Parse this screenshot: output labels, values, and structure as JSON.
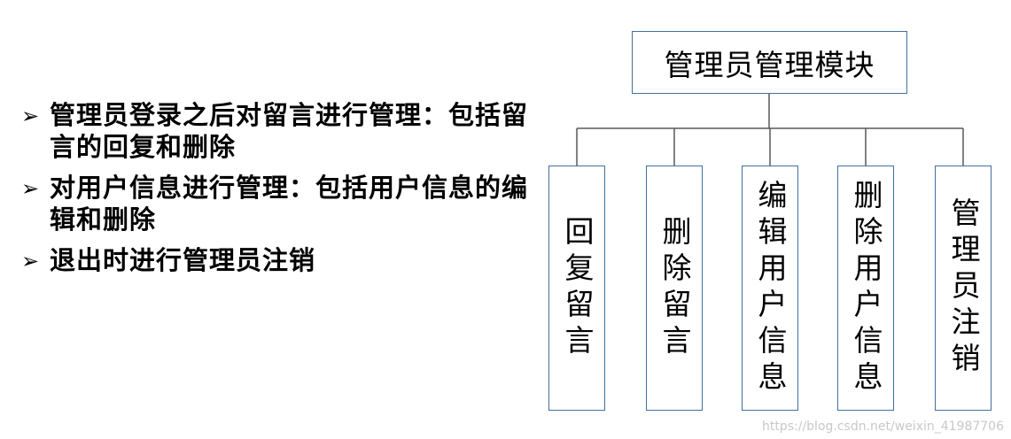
{
  "bullets": [
    {
      "marker": "➢",
      "text": "管理员登录之后对留言进行管理：包括留言的回复和删除"
    },
    {
      "marker": "➢",
      "text": "对用户信息进行管理：包括用户信息的编辑和删除"
    },
    {
      "marker": "➢",
      "text": "退出时进行管理员注销"
    }
  ],
  "diagram": {
    "root": "管理员管理模块",
    "children": [
      "回复留言",
      "删除留言",
      "编辑用户信息",
      "删除用户信息",
      "管理员注销"
    ],
    "line_color": "#595959",
    "box_border_color": "#41719c"
  },
  "watermark": "https://blog.csdn.net/weixin_41987706"
}
